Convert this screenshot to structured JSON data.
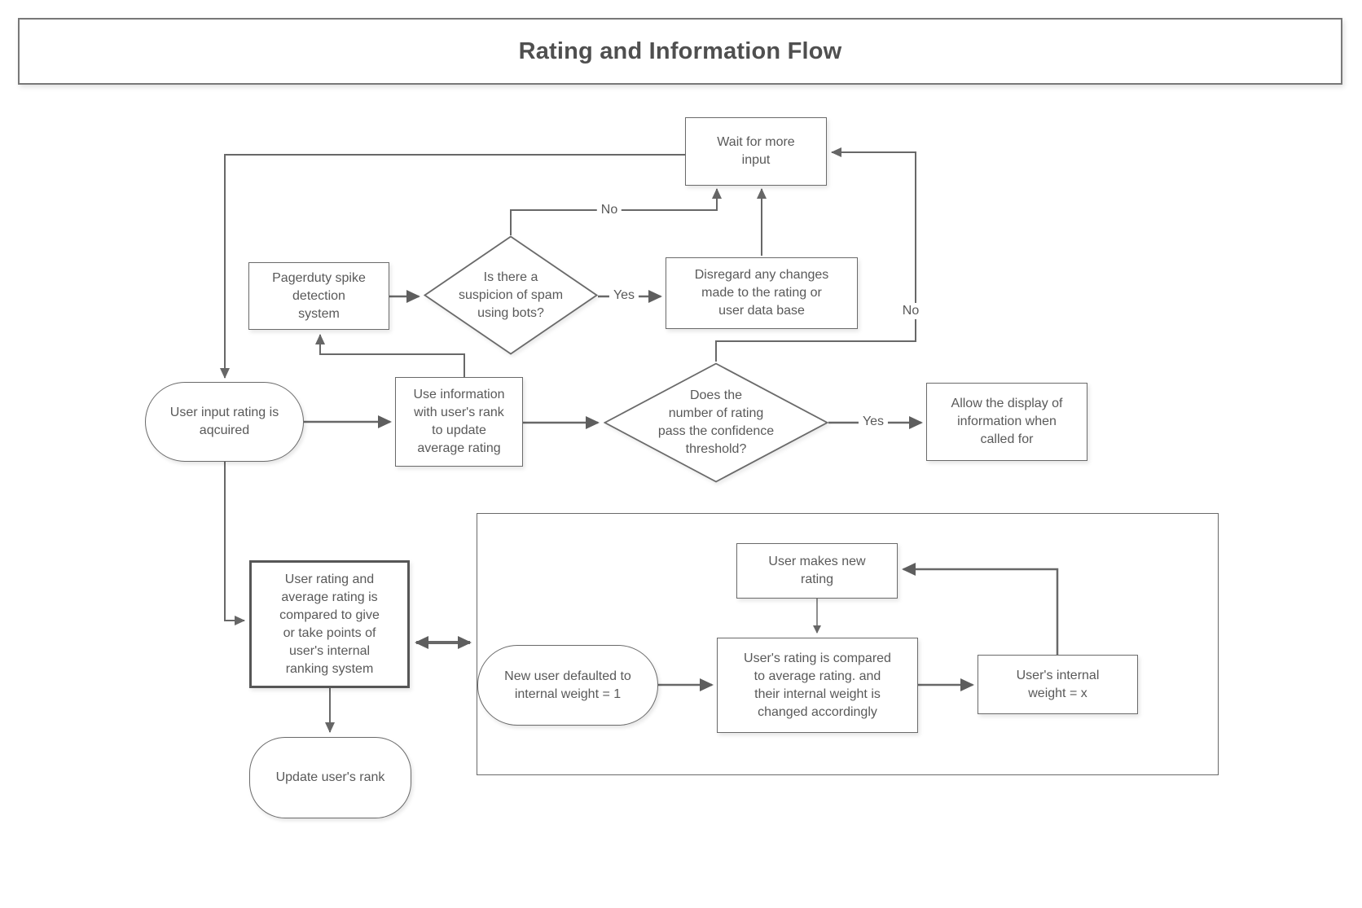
{
  "title": "Rating and Information Flow",
  "nodes": {
    "wait": {
      "label": "Wait for more\ninput",
      "shape": "rectangle"
    },
    "pagerduty": {
      "label": "Pagerduty spike\ndetection\nsystem",
      "shape": "rectangle"
    },
    "spam_decision": {
      "label": "Is there a\nsuspicion of spam\nusing bots?",
      "shape": "diamond"
    },
    "disregard": {
      "label": "Disregard any changes\nmade to the rating or\nuser data base",
      "shape": "rectangle"
    },
    "input_acquired": {
      "label": "User input rating  is\naqcuired",
      "shape": "stadium"
    },
    "use_info": {
      "label": "Use information\nwith user's rank\nto update\naverage rating",
      "shape": "rectangle"
    },
    "confidence_decision": {
      "label": "Does the\nnumber of rating\npass the confidence\nthreshold?",
      "shape": "diamond"
    },
    "allow_display": {
      "label": "Allow the display of\ninformation when\ncalled for",
      "shape": "rectangle"
    },
    "compare_points": {
      "label": "User rating and\naverage rating is\ncompared to give\nor take points of\nuser's internal\nranking system",
      "shape": "rectangle-bold"
    },
    "update_rank": {
      "label": "Update user's rank",
      "shape": "stadium"
    },
    "user_makes_new_rating": {
      "label": "User makes new\nrating",
      "shape": "rectangle"
    },
    "new_user_default": {
      "label": "New user defaulted to\ninternal weight = 1",
      "shape": "stadium"
    },
    "rating_compared": {
      "label": "User's rating is compared\nto average rating. and\ntheir internal weight is\nchanged accordingly",
      "shape": "rectangle"
    },
    "internal_weight_x": {
      "label": "User's internal\nweight = x",
      "shape": "rectangle"
    }
  },
  "edge_labels": {
    "spam_no": "No",
    "spam_yes": "Yes",
    "confidence_no": "No",
    "confidence_yes": "Yes"
  },
  "colors": {
    "line": "#666666",
    "border": "#6a6a6a",
    "text": "#595959",
    "fill": "#ffffff"
  }
}
